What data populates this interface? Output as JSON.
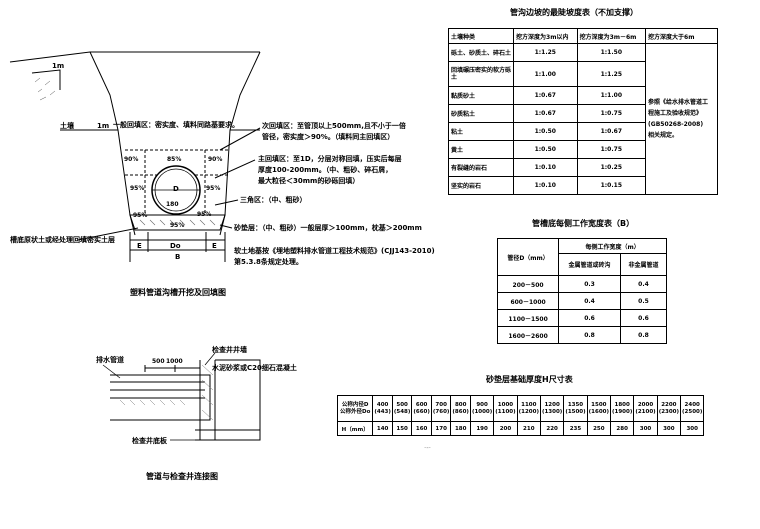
{
  "trench": {
    "title": "塑料管道沟槽开挖及回填图",
    "label_1m_slope": "1m",
    "label_1m_berm": "1m",
    "label_soil": "土壤",
    "zone_general": "一般回填区：密实度、填料同路基要求。",
    "zone_secondary_1": "次回填区：至管顶以上500mm,且不小于一倍",
    "zone_secondary_2": "管径，密实度＞90%。（填料同主回填区）",
    "zone_main_1": "主回填区：至1D，分层对称回填，压实后每层",
    "zone_main_2": "厚度100-200mm。（中、粗砂、碎石屑，",
    "zone_main_3": "最大粒径＜30mm的砂砾回填）",
    "zone_triangle": "三角区：（中、粗砂）",
    "sand_bed": "砂垫层：（中、粗砂）一般层厚＞100mm，枕基＞200mm",
    "foundation_1": "软土地基按《埋地塑料排水管道工程技术规范》(CJJ143-2010)",
    "foundation_2": "第5.3.8条规定处理。",
    "bottom_left": "槽底原状土或经处理回填密实土层",
    "pct_90a": "90%",
    "pct_85": "85%",
    "pct_90b": "90%",
    "pct_95a": "95%",
    "pct_95b": "95%",
    "pct_95c": "95%",
    "pct_95d": "95%",
    "pct_95e": "95%",
    "label_D": "D",
    "label_180": "180",
    "label_B": "B",
    "label_E1": "E",
    "label_Do": "Do",
    "label_E2": "E"
  },
  "connection": {
    "title": "管道与检查井连接图",
    "drain_pipe": "排水管道",
    "dim_500": "500",
    "dim_1000": "1000",
    "well_wall": "检查井井墙",
    "mortar": "水泥砂浆或C20细石混凝土",
    "well_floor": "检查井底板",
    "stray": "·-·"
  },
  "slope_table": {
    "title": "管沟边坡的最陡坡度表（不加支撑）",
    "headers": [
      "土壤种类",
      "挖方深度为3m以内",
      "挖方深度为3m－6m",
      "挖方深度大于6m"
    ],
    "rows": [
      [
        "砾土、砂质土、碎石土",
        "1:1.25",
        "1:1.50"
      ],
      [
        "回填碾压密实的软方砾土",
        "1:1.00",
        "1:1.25"
      ],
      [
        "黏质砂土",
        "1:0.67",
        "1:1.00"
      ],
      [
        "砂质粘土",
        "1:0.67",
        "1:0.75"
      ],
      [
        "粘土",
        "1:0.50",
        "1:0.67"
      ],
      [
        "黄土",
        "1:0.50",
        "1:0.75"
      ],
      [
        "有裂缝的岩石",
        "1:0.10",
        "1:0.25"
      ],
      [
        "坚实的岩石",
        "1:0.10",
        "1:0.15"
      ]
    ],
    "note_1": "参照《给水排水管道工",
    "note_2": "程施工及验收规范》",
    "note_3": "(GB50268-2008)",
    "note_4": "相关规定。"
  },
  "width_table": {
    "title": "管槽底每侧工作宽度表（B）",
    "h_diam": "管径D（mm）",
    "h_width": "每侧工作宽度（m）",
    "h_metal": "金属管道或砖沟",
    "h_nonmetal": "非金属管道",
    "rows": [
      [
        "200－500",
        "0.3",
        "0.4"
      ],
      [
        "600－1000",
        "0.4",
        "0.5"
      ],
      [
        "1100－1500",
        "0.6",
        "0.6"
      ],
      [
        "1600－2600",
        "0.8",
        "0.8"
      ]
    ]
  },
  "sand_table": {
    "title": "砂垫层基础厚度H尺寸表",
    "h1_a": "公称内径D",
    "h1_b": "公称外径Do",
    "h2": "H（mm）",
    "diam_top": [
      "400",
      "500",
      "600",
      "700",
      "800",
      "900",
      "1000",
      "1100",
      "1200",
      "1350",
      "1500",
      "1800",
      "2000",
      "2200",
      "2400"
    ],
    "diam_bottom": [
      "(443)",
      "(548)",
      "(660)",
      "(760)",
      "(860)",
      "(1000)",
      "(1100)",
      "(1200)",
      "(1300)",
      "(1500)",
      "(1600)",
      "(1900)",
      "(2100)",
      "(2300)",
      "(2500)"
    ],
    "h_values": [
      "140",
      "150",
      "160",
      "170",
      "180",
      "190",
      "200",
      "210",
      "220",
      "235",
      "250",
      "280",
      "300",
      "300",
      "300"
    ]
  }
}
